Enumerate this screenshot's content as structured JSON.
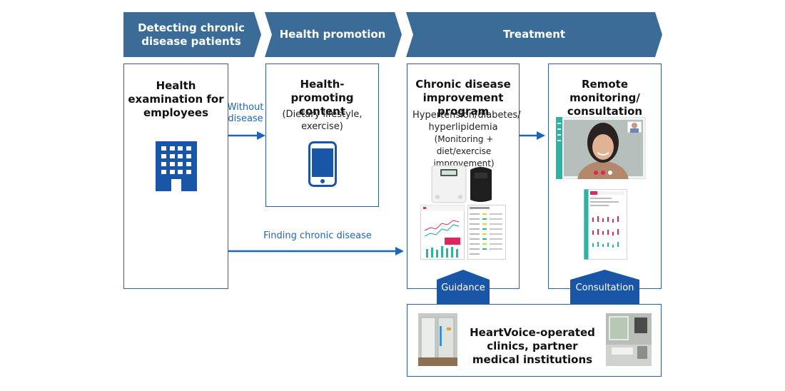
{
  "headers": {
    "detecting": "Detecting chronic disease patients",
    "promotion": "Health promotion",
    "treatment": "Treatment"
  },
  "boxes": {
    "exam": {
      "title": "Health examination for employees",
      "icon": "office-building-icon"
    },
    "promoting": {
      "title": "Health-promoting content",
      "subtitle": "(Dietary lifestyle, exercise)",
      "icon": "smartphone-icon"
    },
    "program": {
      "title": "Chronic disease improvement program",
      "line1": "Hypertension/diabetes/ hyperlipidemia",
      "line2": "(Monitoring + diet/exercise improvement)"
    },
    "remote": {
      "title": "Remote monitoring/ consultation service"
    },
    "clinics": {
      "title": "HeartVoice-operated clinics, partner medical institutions"
    }
  },
  "arrows": {
    "without_disease": "Without disease",
    "finding": "Finding chronic disease"
  },
  "tabs": {
    "guidance": "Guidance",
    "consultation": "Consultation"
  },
  "colors": {
    "header": "#3b6c97",
    "border": "#2e5fa6",
    "arrow": "#1e64b8",
    "icon": "#1a56a8"
  }
}
